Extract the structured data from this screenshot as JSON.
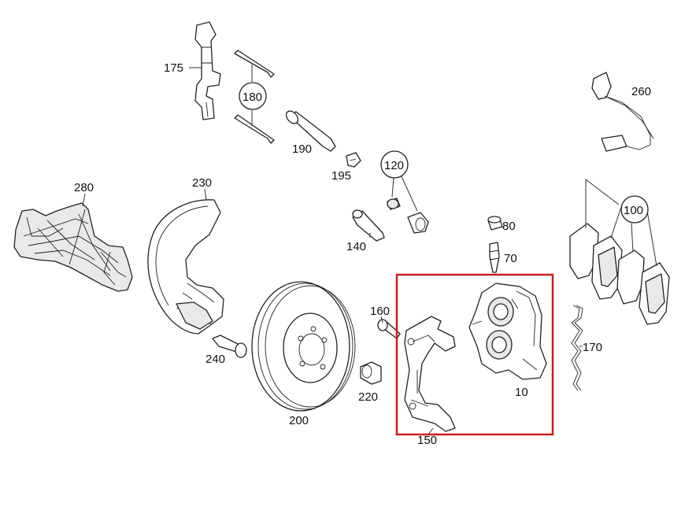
{
  "labels": {
    "p10": "10",
    "p70": "70",
    "p80": "80",
    "p100": "100",
    "p120": "120",
    "p140": "140",
    "p150": "150",
    "p160": "160",
    "p170": "170",
    "p175": "175",
    "p180": "180",
    "p190": "190",
    "p195": "195",
    "p200": "200",
    "p220": "220",
    "p230": "230",
    "p240": "240",
    "p260": "260",
    "p280": "280"
  },
  "highlight": {
    "color": "#cc1f1f"
  }
}
